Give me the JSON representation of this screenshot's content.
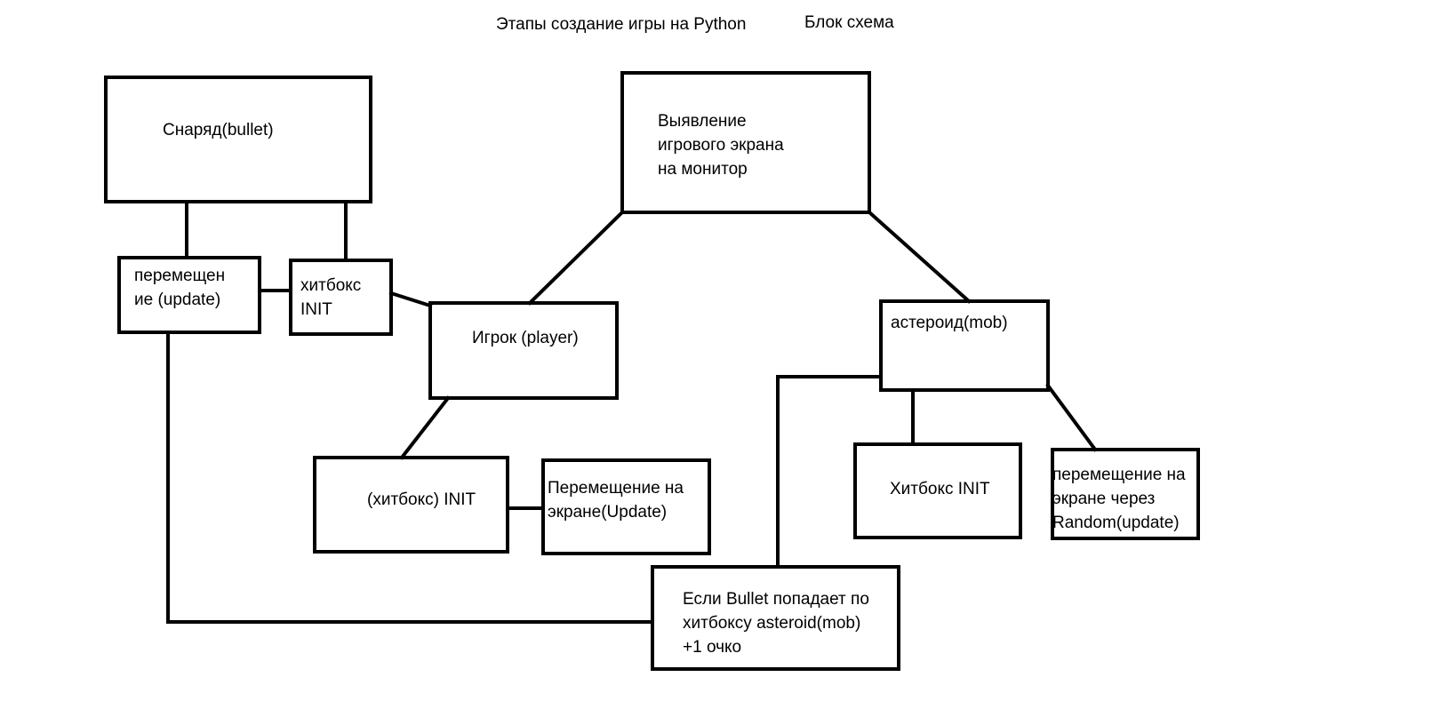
{
  "title": "Этапы создание игры на Python",
  "subtitle": "Блок схема",
  "nodes": {
    "bullet": "Снаряд(bullet)",
    "screen": [
      "Выявление",
      "игрового экрана",
      "на монитор"
    ],
    "bullet_move": [
      "перемещен",
      "ие (update)"
    ],
    "bullet_hitbox": [
      "хитбокс",
      "INIT"
    ],
    "player": "Игрок (player)",
    "asteroid": "астероид(mob)",
    "player_hitbox": "(хитбокс) INIT",
    "player_move": [
      "Перемещение на",
      "экране(Update)"
    ],
    "asteroid_hitbox": "Хитбокс INIT",
    "asteroid_move": [
      "перемещение на",
      "экране через",
      "Random(update)"
    ],
    "score": [
      "Если Bullet попадает по",
      "хитбоксу asteroid(mob)",
      "+1 очко"
    ]
  },
  "colors": {
    "stroke": "#000000",
    "background": "#ffffff"
  }
}
